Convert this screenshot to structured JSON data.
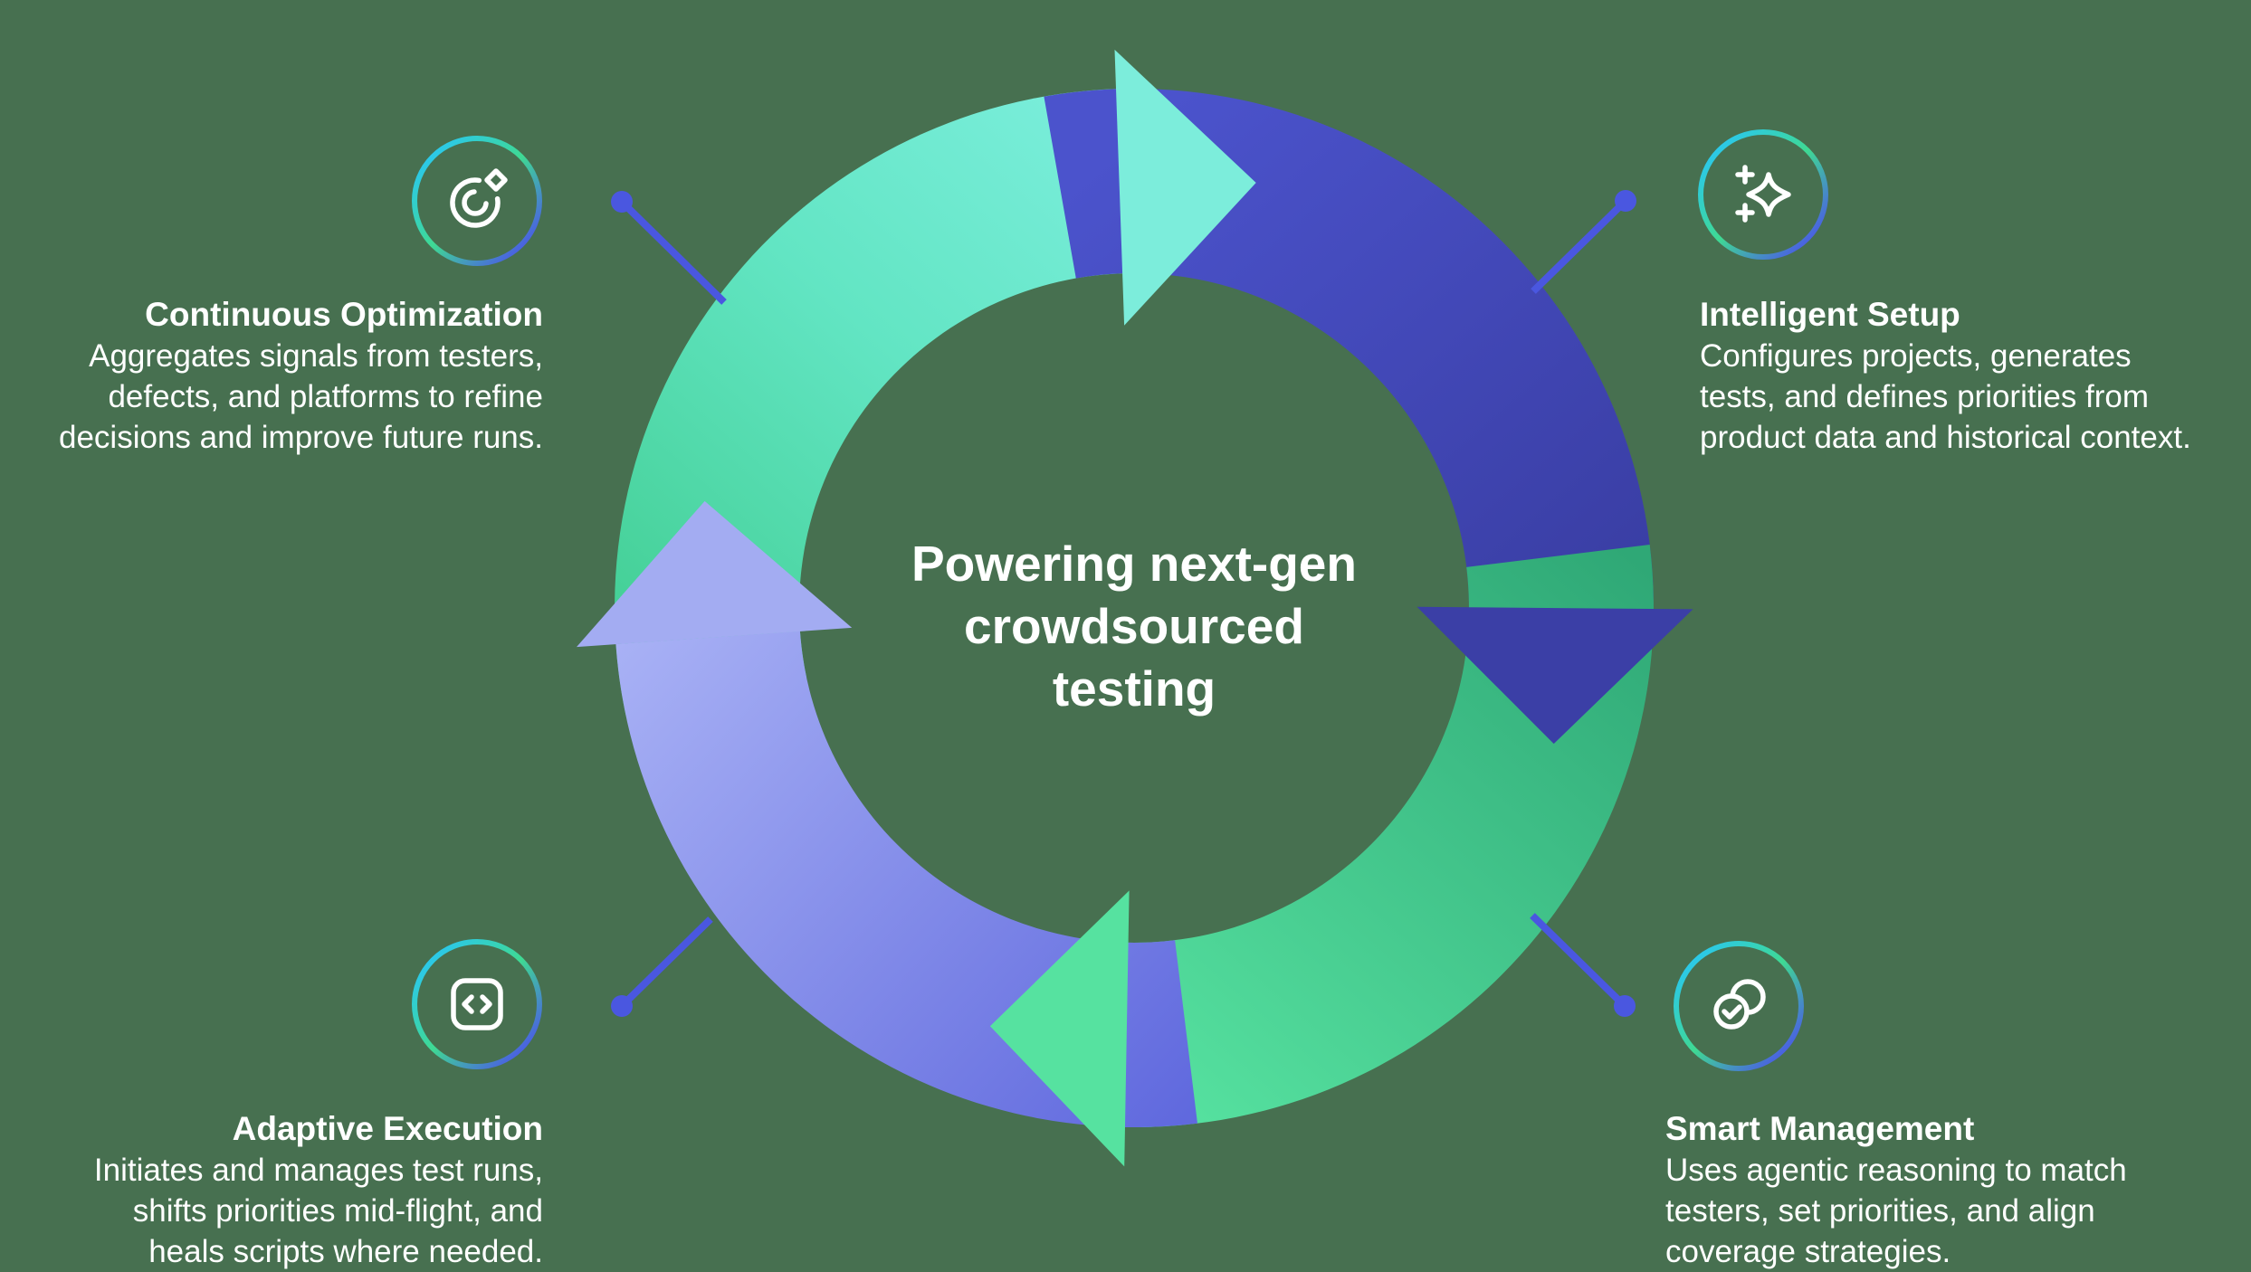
{
  "page": {
    "background": "#477050"
  },
  "center_title": {
    "lines": [
      "Powering next-gen",
      "crowdsourced",
      "testing"
    ]
  },
  "sections": [
    {
      "id": "continuous-optimization",
      "title": "Continuous Optimization",
      "body_lines": [
        "Aggregates signals from testers,",
        "defects, and platforms to refine",
        "decisions and improve future runs."
      ],
      "icon": "target-arrow-icon"
    },
    {
      "id": "intelligent-setup",
      "title": "Intelligent Setup",
      "body_lines": [
        "Configures projects, generates",
        "tests, and defines priorities from",
        "product data and historical context."
      ],
      "icon": "sparkles-icon"
    },
    {
      "id": "adaptive-execution",
      "title": "Adaptive Execution",
      "body_lines": [
        "Initiates and manages test runs,",
        "shifts priorities mid-flight, and",
        "heals scripts where needed."
      ],
      "icon": "code-icon"
    },
    {
      "id": "smart-management",
      "title": "Smart Management",
      "body_lines": [
        "Uses agentic reasoning to match",
        "testers, set priorities, and align",
        "coverage strategies."
      ],
      "icon": "overlapping-circles-check-icon"
    }
  ],
  "colors": {
    "background": "#477050",
    "text": "#FFFFFF",
    "connector": "#4A57E0",
    "arc_top_start": "#3FCC8E",
    "arc_top_mid": "#62E5C3",
    "arc_top_end": "#7EEFDF",
    "arrow_top": "#7CEDDB",
    "arc_right_start": "#4B53CC",
    "arc_right_end": "#393DA2",
    "arrow_right": "#3B3FA6",
    "arc_bottom_start": "#2FA876",
    "arc_bottom_end": "#57E3A1",
    "arrow_bottom": "#56E2A0",
    "arc_left_start": "#6069DE",
    "arc_left_end": "#A8B1F5",
    "arrow_left": "#A3ACF2",
    "icon_ring_start": "#2BC8EA",
    "icon_ring_mid": "#3FD993",
    "icon_ring_end": "#4A5FE2",
    "icon_glyph": "#FFFFFF"
  }
}
